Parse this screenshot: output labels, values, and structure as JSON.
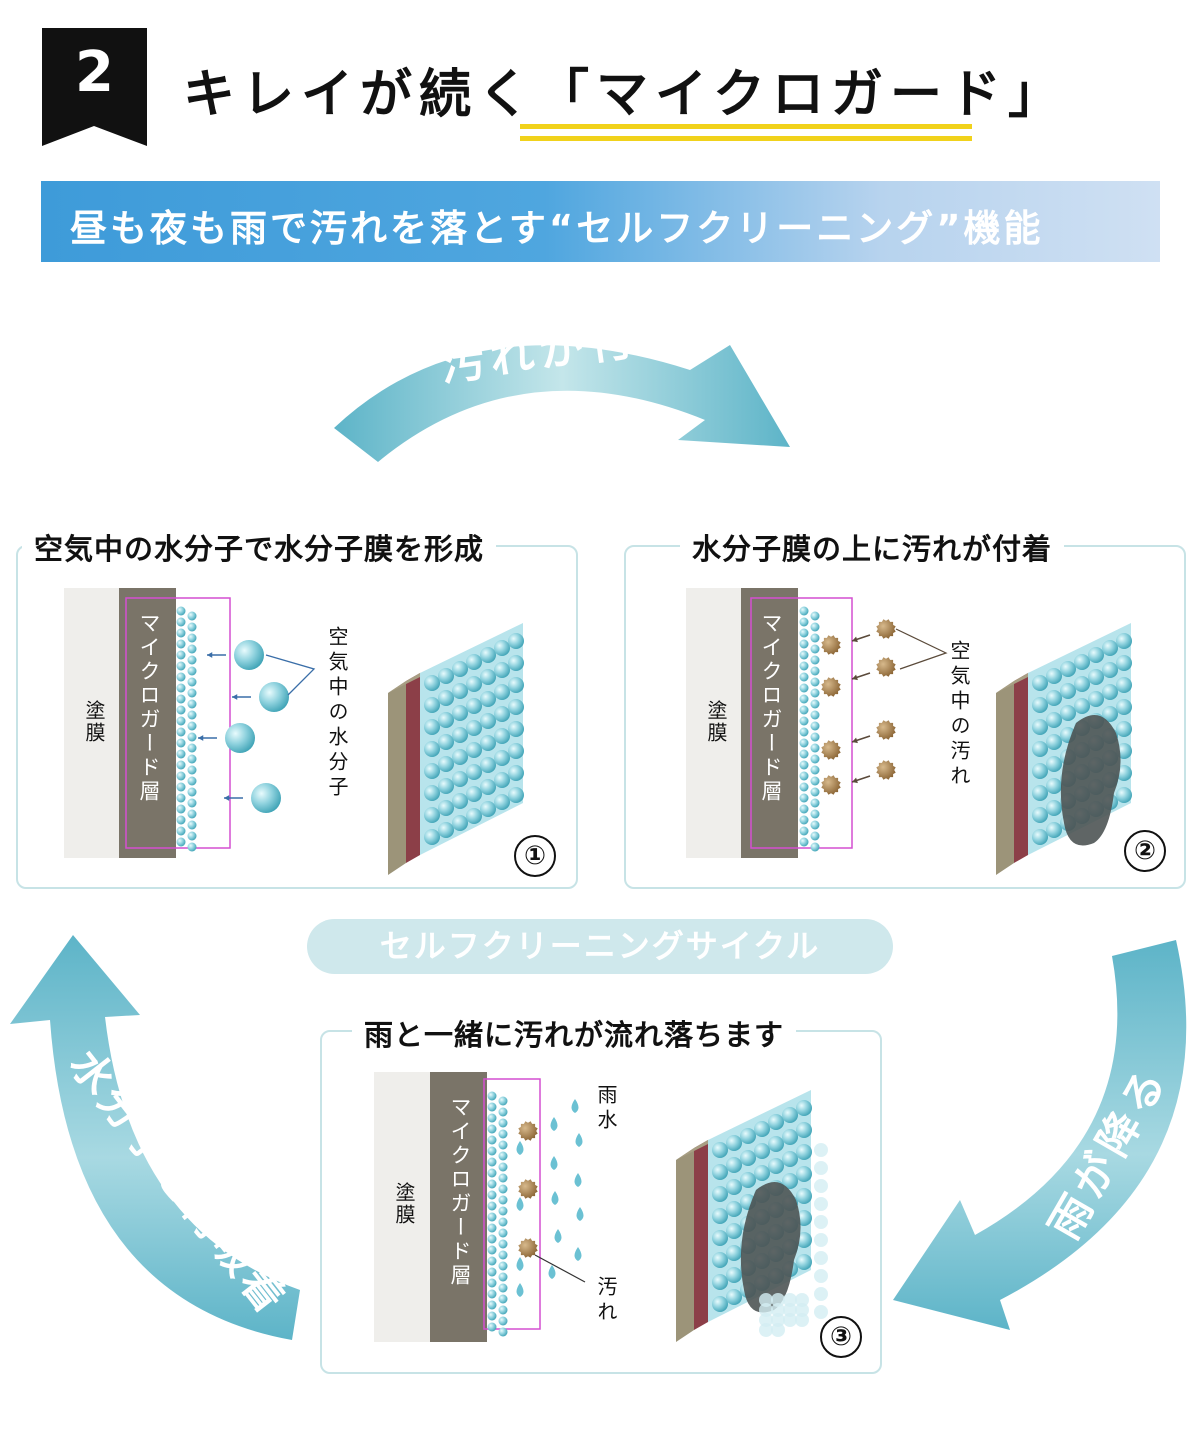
{
  "header": {
    "number": "2",
    "title": "キレイが続く「マイクロガード」"
  },
  "banner": {
    "text": "昼も夜も雨で汚れを落とす“セルフクリーニング”機能"
  },
  "cycle": {
    "arrow_top": "汚れが付着",
    "arrow_right": "雨が降る",
    "arrow_left": "水分子を再吸着",
    "center_label": "セルフクリーニングサイクル"
  },
  "panels": [
    {
      "title": "空気中の水分子で水分子膜を形成",
      "coat_label": "塗膜",
      "layer_label": "マイクロガード層",
      "side_label": "空気中の水分子",
      "number": "①"
    },
    {
      "title": "水分子膜の上に汚れが付着",
      "coat_label": "塗膜",
      "layer_label": "マイクロガード層",
      "side_label": "空気中の汚れ",
      "number": "②"
    },
    {
      "title": "雨と一緒に汚れが流れ落ちます",
      "coat_label": "塗膜",
      "layer_label": "マイクロガード層",
      "rain_label": "雨水",
      "dirt_label": "汚れ",
      "number": "③"
    }
  ],
  "colors": {
    "arrow": "#5fb6c8",
    "banner": "#3e9bd9",
    "underline": "#f1d21b",
    "layer": "#7a7468",
    "frame": "#d44fd1"
  }
}
